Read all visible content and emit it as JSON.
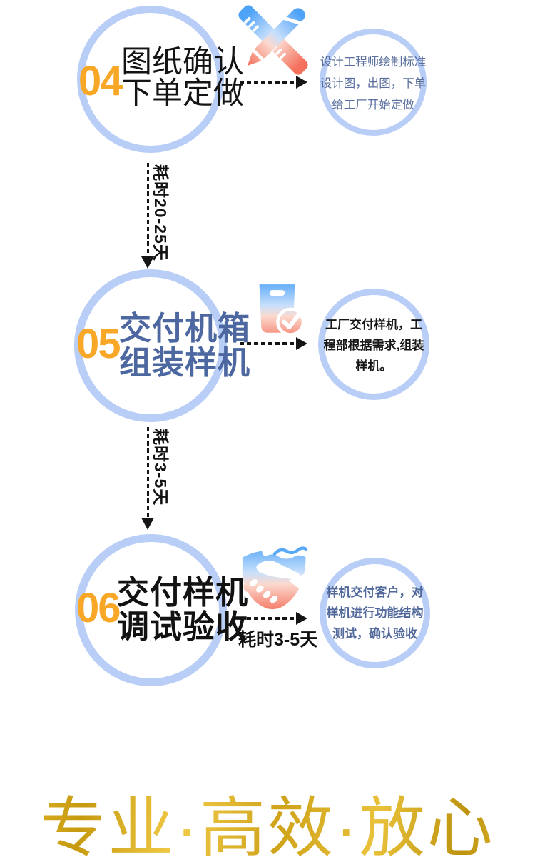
{
  "steps": [
    {
      "number": "04",
      "title_lines": [
        "图纸确认",
        "下单定做"
      ],
      "icon": "pencil-ruler-icon",
      "desc_lines": [
        "设计工程师绘制标准",
        "设计图，出图，下单",
        "给工厂开始定做"
      ]
    },
    {
      "number": "05",
      "title_lines": [
        "交付机箱",
        "组装样机"
      ],
      "icon": "bag-check-icon",
      "desc_lines": [
        "工厂交付样机，工",
        "程部根据需求,组装",
        "样机。"
      ]
    },
    {
      "number": "06",
      "title_lines": [
        "交付样机",
        "调试验收"
      ],
      "icon": "handshake-icon",
      "arrow_label": "耗时3-5天",
      "desc_lines": [
        "样机交付客户，对",
        "样机进行功能结构",
        "测试，确认验收"
      ]
    }
  ],
  "connectors": [
    {
      "label": "耗时20-25天"
    },
    {
      "label": "耗时3-5天"
    }
  ],
  "footer": {
    "slogan": "专业·高效·放心"
  },
  "colors": {
    "circle_border": "#B9CEF7",
    "accent_orange": "#F8A727",
    "title_blue": "#4D68A0",
    "desc_blue": "#5A6F9E",
    "text_black": "#141414",
    "icon_blue": "#4FA3F7",
    "icon_salmon": "#F4705C",
    "gold": "#D9A71C"
  }
}
